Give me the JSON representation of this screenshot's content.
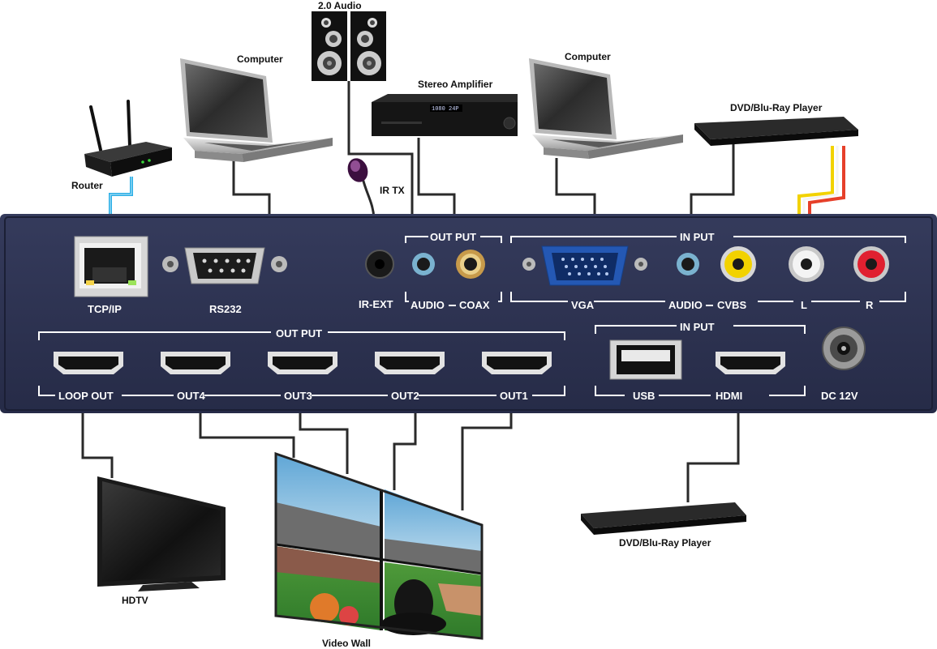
{
  "devices": {
    "router": "Router",
    "computer_left": "Computer",
    "audio": "2.0 Audio",
    "amplifier": "Stereo Amplifier",
    "ir_tx": "IR TX",
    "computer_right": "Computer",
    "dvd_top": "DVD/Blu-Ray Player",
    "hdtv": "HDTV",
    "video_wall": "Video Wall",
    "dvd_bottom": "DVD/Blu-Ray Player"
  },
  "panel": {
    "tcpip": "TCP/IP",
    "rs232": "RS232",
    "ir_ext": "IR-EXT",
    "top_output_group": "OUT PUT",
    "audio_out": "AUDIO",
    "coax": "COAX",
    "top_input_group": "IN PUT",
    "vga": "VGA",
    "audio_in": "AUDIO",
    "cvbs": "CVBS",
    "l": "L",
    "r": "R",
    "bottom_output_group": "OUT PUT",
    "loop_out": "LOOP OUT",
    "out4": "OUT4",
    "out3": "OUT3",
    "out2": "OUT2",
    "out1": "OUT1",
    "bottom_input_group": "IN PUT",
    "usb": "USB",
    "hdmi": "HDMI",
    "dc": "DC 12V",
    "amp_display": "1080 24P"
  },
  "colors": {
    "chassis": "#2b3150",
    "panel_line": "#ffffff",
    "cable": "#2a2a2a",
    "ethernet": "#2aaee6",
    "rca_yellow": "#f2d200",
    "rca_red": "#e6402a",
    "rca_white": "#f4f4f4"
  }
}
